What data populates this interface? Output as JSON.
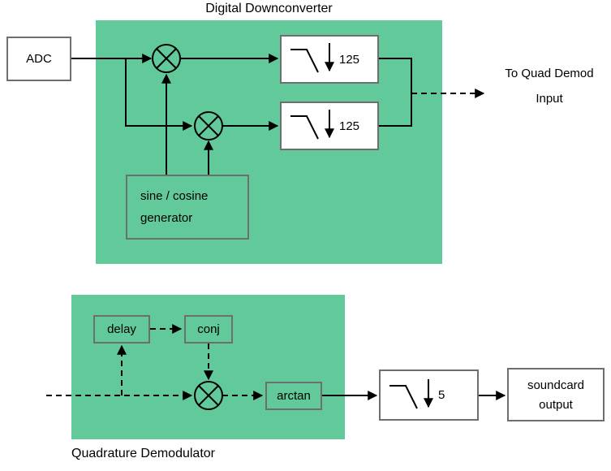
{
  "titles": {
    "top": "Digital Downconverter",
    "bottom": "Quadrature Demodulator"
  },
  "ddc": {
    "adc": "ADC",
    "sine_cosine_line1": "sine / cosine",
    "sine_cosine_line2": "generator",
    "decimator1": "125",
    "decimator2": "125",
    "output_line1": "To Quad Demod",
    "output_line2": "Input"
  },
  "demod": {
    "delay": "delay",
    "conj": "conj",
    "arctan": "arctan",
    "decimator": "5",
    "soundcard_line1": "soundcard",
    "soundcard_line2": "output"
  },
  "icons": {
    "multiplier": "circle-with-x-multiply-icon",
    "filter": "lowpass-response-curve-icon",
    "downsample": "down-arrow-decimation-icon",
    "arrowhead": "filled-triangle-arrowhead"
  },
  "colors": {
    "region_green": "#62C99A",
    "wire": "#000000",
    "box_border": "#6E6E6E",
    "background": "#FFFFFF"
  }
}
